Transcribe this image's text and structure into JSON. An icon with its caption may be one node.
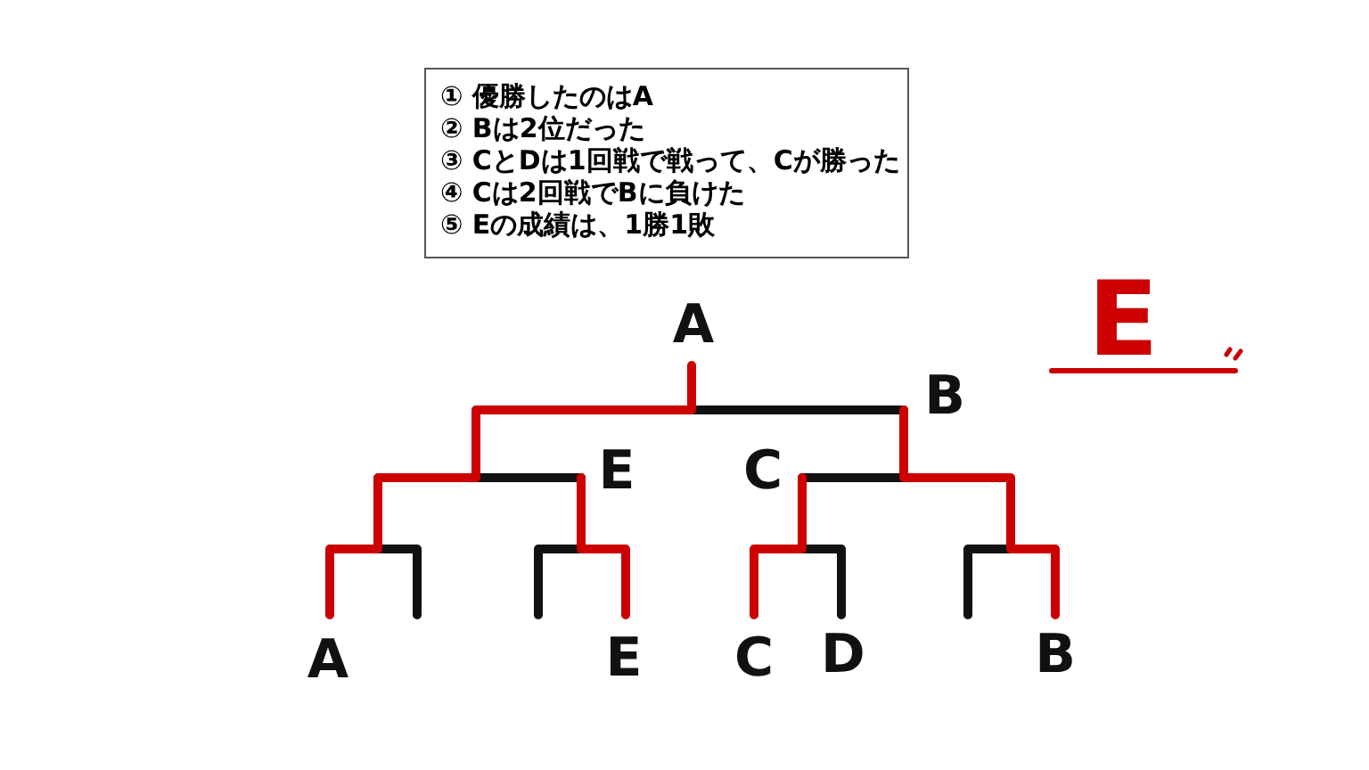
{
  "diagram": {
    "nodes": [
      {
        "text": [
          "① 優勝したのはA",
          "② Bは2位だった",
          "③ CとDは1回戦で戦って、Cが勝った",
          "④ Cは2回戦でBに負けた",
          "⑤ Eの成績は、1勝1敗"
        ]
      }
    ],
    "labels": [
      "A",
      "E",
      "B",
      "E",
      "C",
      "A",
      "E",
      "C",
      "D",
      "B"
    ]
  }
}
